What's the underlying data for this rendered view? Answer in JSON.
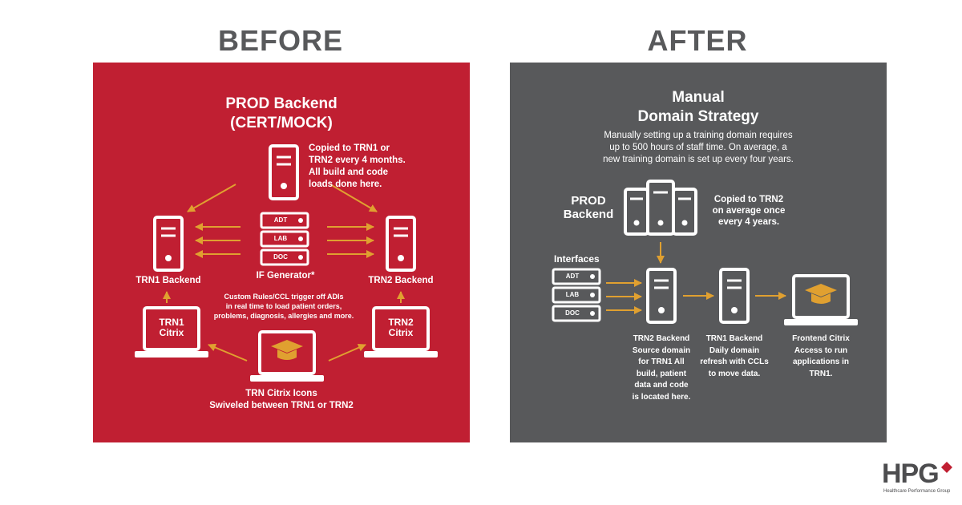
{
  "before": {
    "heading": "BEFORE",
    "title_line1": "PROD Backend",
    "title_line2": "(CERT/MOCK)",
    "copied_note": [
      "Copied to TRN1 or",
      "TRN2 every 4 months.",
      "All build and code",
      "loads done here."
    ],
    "if_generator": {
      "label": "IF Generator*",
      "slots": [
        "ADT",
        "LAB",
        "DOC"
      ]
    },
    "trn1_backend": "TRN1 Backend",
    "trn2_backend": "TRN2 Backend",
    "custom_rules": [
      "Custom Rules/CCL trigger off ADIs",
      "in real time to load patient orders,",
      "problems, diagnosis, allergies and more."
    ],
    "trn1_citrix": [
      "TRN1",
      "Citrix"
    ],
    "trn2_citrix": [
      "TRN2",
      "Citrix"
    ],
    "citrix_icons": [
      "TRN Citrix Icons",
      "Swiveled between TRN1 or TRN2"
    ]
  },
  "after": {
    "heading": "AFTER",
    "title_line1": "Manual",
    "title_line2": "Domain Strategy",
    "description": [
      "Manually setting up a training domain requires",
      "up to 500 hours of staff time. On average, a",
      "new training domain is set up every four years."
    ],
    "prod_backend": [
      "PROD",
      "Backend"
    ],
    "copied_note": [
      "Copied to TRN2",
      "on average once",
      "every 4 years."
    ],
    "interfaces": "Interfaces",
    "interface_slots": [
      "ADT",
      "LAB",
      "DOC"
    ],
    "trn2_backend": [
      "TRN2 Backend",
      "Source domain",
      "for TRN1 All",
      "build, patient",
      "data and code",
      "is located here."
    ],
    "trn1_backend": [
      "TRN1 Backend",
      "Daily domain",
      "refresh with CCLs",
      "to move data."
    ],
    "frontend": [
      "Frontend Citrix",
      "Access to run",
      "applications in",
      "TRN1."
    ]
  },
  "logo": {
    "name": "HPG",
    "subtitle": "Healthcare Performance Group"
  },
  "colors": {
    "before_bg": "#c01f32",
    "after_bg": "#58595b",
    "arrow": "#e0a030",
    "grad_cap": "#e0a030",
    "heading": "#58595b"
  }
}
